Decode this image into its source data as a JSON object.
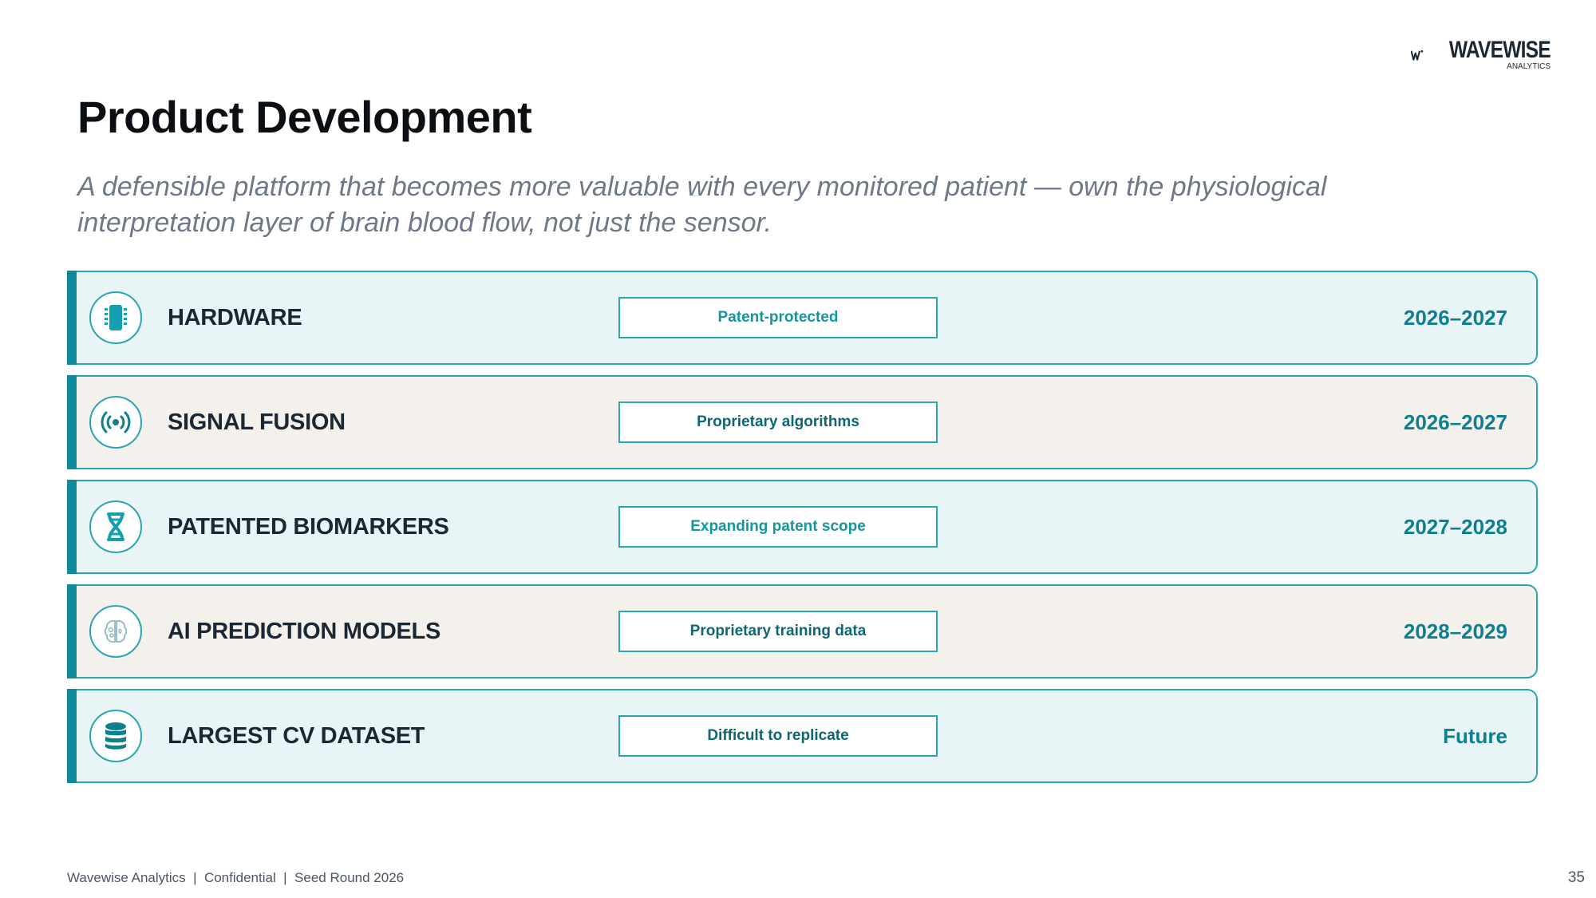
{
  "logo": {
    "name": "WAVEWISE",
    "sub": "ANALYTICS"
  },
  "title": "Product Development",
  "subtitle": "A defensible platform that becomes more valuable with every monitored patient — own the physiological interpretation layer of brain blood flow, not just the sensor.",
  "colors": {
    "accent": "#0e8a98",
    "border": "#2aa6b0",
    "row_teal": "#e8f4f5",
    "row_beige": "#f4f0ec",
    "year_text": "#0e7f8c",
    "tag_text_dark": "#0d6670",
    "tag_text_bright": "#1396a2"
  },
  "rows": [
    {
      "label": "HARDWARE",
      "tag": "Patent-protected",
      "years": "2026–2027",
      "icon": "chip-icon",
      "bg": "teal"
    },
    {
      "label": "SIGNAL FUSION",
      "tag": "Proprietary algorithms",
      "years": "2026–2027",
      "icon": "signal-icon",
      "bg": "beige"
    },
    {
      "label": "PATENTED BIOMARKERS",
      "tag": "Expanding patent scope",
      "years": "2027–2028",
      "icon": "dna-icon",
      "bg": "teal"
    },
    {
      "label": "AI PREDICTION MODELS",
      "tag": "Proprietary training data",
      "years": "2028–2029",
      "icon": "brain-icon",
      "bg": "beige"
    },
    {
      "label": "LARGEST CV DATASET",
      "tag": "Difficult to replicate",
      "years": "Future",
      "icon": "database-icon",
      "bg": "teal"
    }
  ],
  "footer": "Wavewise Analytics  |  Confidential  |  Seed Round 2026",
  "page_number": "35"
}
